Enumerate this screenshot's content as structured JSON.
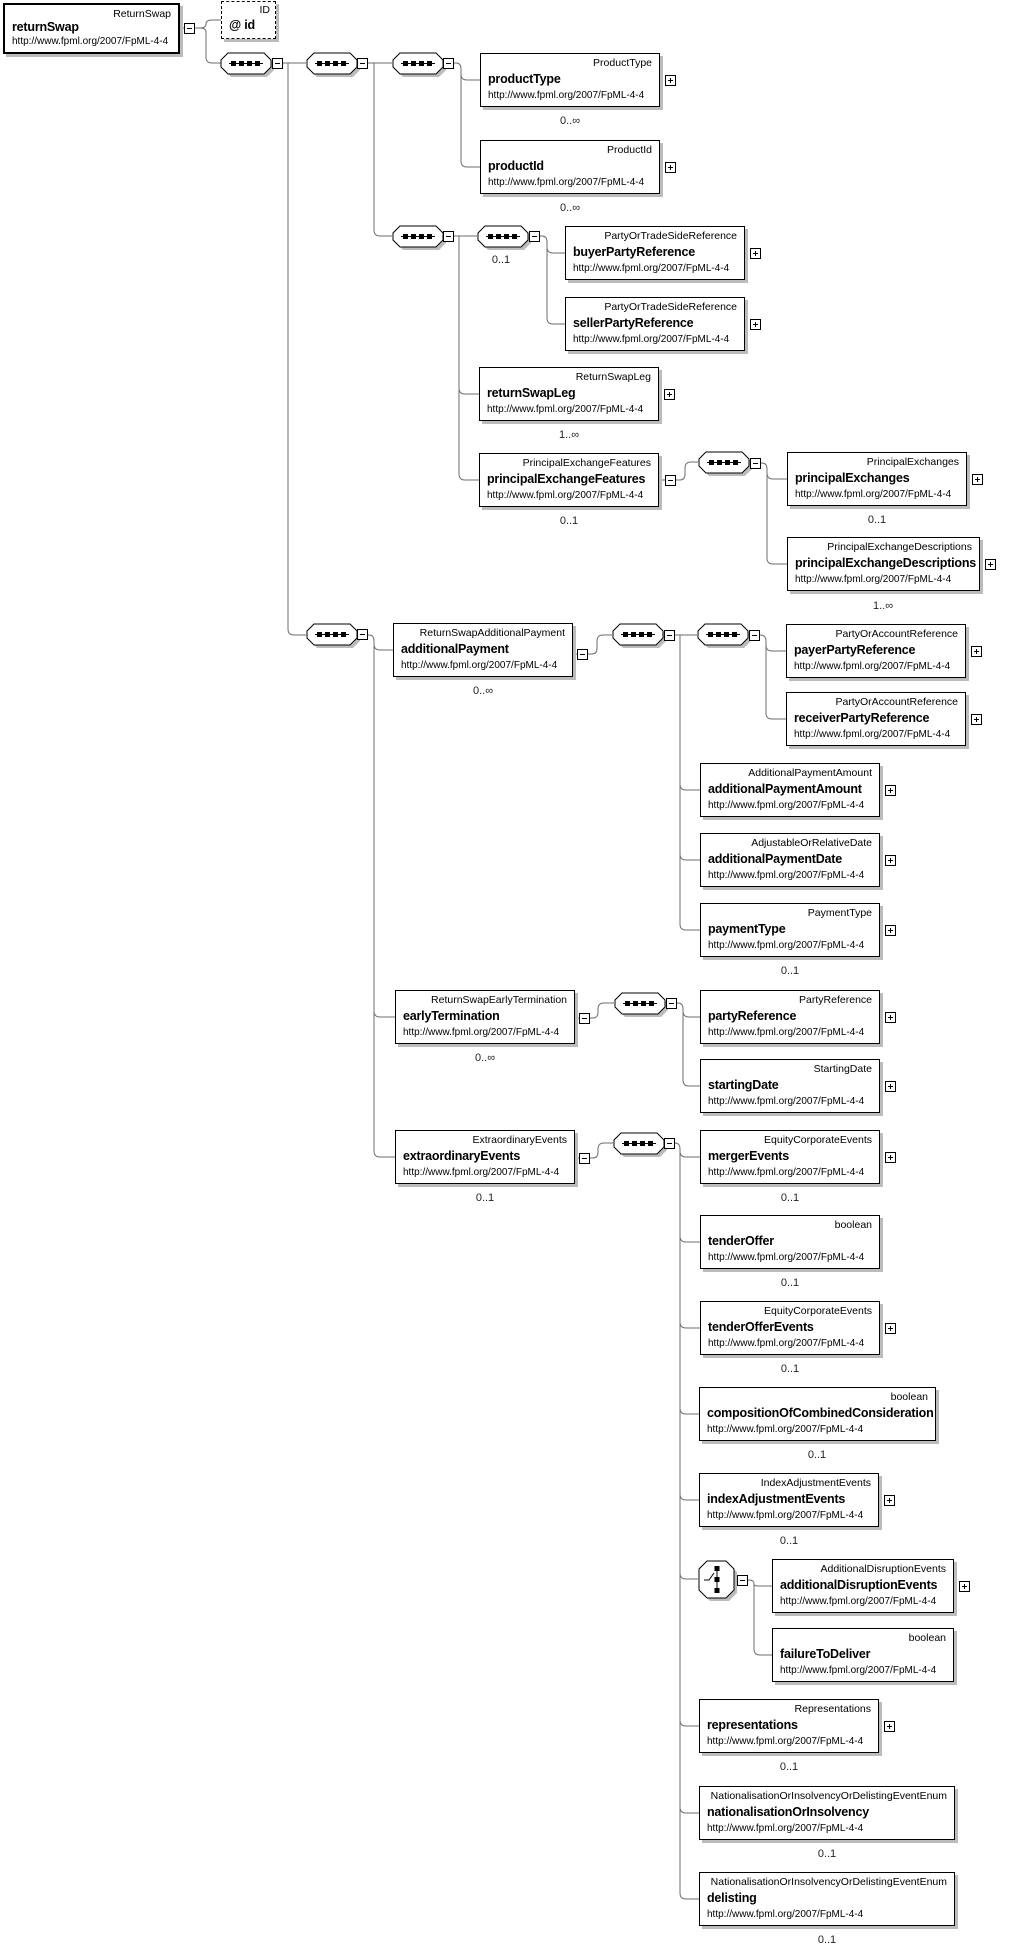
{
  "ns": "http://www.fpml.org/2007/FpML-4-4",
  "root": {
    "name": "returnSwap",
    "type": "ReturnSwap"
  },
  "attribute_id": {
    "name": "@ id",
    "type": "ID"
  },
  "groups": {
    "buyerSeller": {
      "occurs": "0..1"
    }
  },
  "icons": {
    "sequence": "sequence-connector-octagon",
    "choice": "choice-connector-octagon",
    "collapse": "minus-toggle",
    "expand": "plus-toggle"
  },
  "nodes": {
    "productType": {
      "name": "productType",
      "type": "ProductType",
      "occurs": "0..∞"
    },
    "productId": {
      "name": "productId",
      "type": "ProductId",
      "occurs": "0..∞"
    },
    "buyerPartyReference": {
      "name": "buyerPartyReference",
      "type": "PartyOrTradeSideReference"
    },
    "sellerPartyReference": {
      "name": "sellerPartyReference",
      "type": "PartyOrTradeSideReference"
    },
    "returnSwapLeg": {
      "name": "returnSwapLeg",
      "type": "ReturnSwapLeg",
      "occurs": "1..∞"
    },
    "principalExchangeFeatures": {
      "name": "principalExchangeFeatures",
      "type": "PrincipalExchangeFeatures",
      "occurs": "0..1"
    },
    "principalExchanges": {
      "name": "principalExchanges",
      "type": "PrincipalExchanges",
      "occurs": "0..1"
    },
    "principalExchangeDescriptions": {
      "name": "principalExchangeDescriptions",
      "type": "PrincipalExchangeDescriptions",
      "occurs": "1..∞"
    },
    "additionalPayment": {
      "name": "additionalPayment",
      "type": "ReturnSwapAdditionalPayment",
      "occurs": "0..∞"
    },
    "payerPartyReference": {
      "name": "payerPartyReference",
      "type": "PartyOrAccountReference"
    },
    "receiverPartyReference": {
      "name": "receiverPartyReference",
      "type": "PartyOrAccountReference"
    },
    "additionalPaymentAmount": {
      "name": "additionalPaymentAmount",
      "type": "AdditionalPaymentAmount"
    },
    "additionalPaymentDate": {
      "name": "additionalPaymentDate",
      "type": "AdjustableOrRelativeDate"
    },
    "paymentType": {
      "name": "paymentType",
      "type": "PaymentType",
      "occurs": "0..1"
    },
    "earlyTermination": {
      "name": "earlyTermination",
      "type": "ReturnSwapEarlyTermination",
      "occurs": "0..∞"
    },
    "partyReference": {
      "name": "partyReference",
      "type": "PartyReference"
    },
    "startingDate": {
      "name": "startingDate",
      "type": "StartingDate"
    },
    "extraordinaryEvents": {
      "name": "extraordinaryEvents",
      "type": "ExtraordinaryEvents",
      "occurs": "0..1"
    },
    "mergerEvents": {
      "name": "mergerEvents",
      "type": "EquityCorporateEvents",
      "occurs": "0..1"
    },
    "tenderOffer": {
      "name": "tenderOffer",
      "type": "boolean",
      "occurs": "0..1"
    },
    "tenderOfferEvents": {
      "name": "tenderOfferEvents",
      "type": "EquityCorporateEvents",
      "occurs": "0..1"
    },
    "compositionOfCombinedConsideration": {
      "name": "compositionOfCombinedConsideration",
      "type": "boolean",
      "occurs": "0..1"
    },
    "indexAdjustmentEvents": {
      "name": "indexAdjustmentEvents",
      "type": "IndexAdjustmentEvents",
      "occurs": "0..1"
    },
    "additionalDisruptionEvents": {
      "name": "additionalDisruptionEvents",
      "type": "AdditionalDisruptionEvents"
    },
    "failureToDeliver": {
      "name": "failureToDeliver",
      "type": "boolean"
    },
    "representations": {
      "name": "representations",
      "type": "Representations",
      "occurs": "0..1"
    },
    "nationalisationOrInsolvency": {
      "name": "nationalisationOrInsolvency",
      "type": "NationalisationOrInsolvencyOrDelistingEventEnum",
      "occurs": "0..1"
    },
    "delisting": {
      "name": "delisting",
      "type": "NationalisationOrInsolvencyOrDelistingEventEnum",
      "occurs": "0..1"
    }
  }
}
